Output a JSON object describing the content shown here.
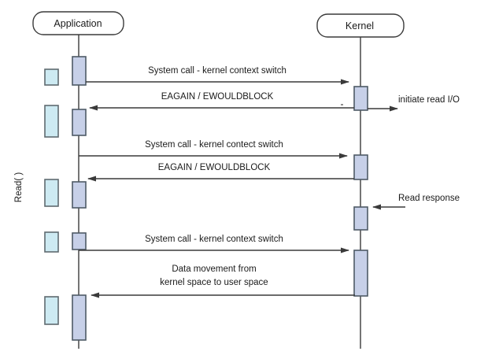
{
  "diagram": {
    "actors": {
      "application": "Application",
      "kernel": "Kernel"
    },
    "side_label": "Read( )",
    "messages": {
      "sys_call_1": "System call - kernel context switch",
      "eagain_1": "EAGAIN / EWOULDBLOCK",
      "initiate_read": "initiate read I/O",
      "sys_call_2": "System call - kernel contect switch",
      "eagain_2": "EAGAIN / EWOULDBLOCK",
      "read_response": "Read response",
      "sys_call_3": "System call - kernel context switch",
      "data_movement_line1": "Data movement from",
      "data_movement_line2": "kernel space to user space"
    },
    "colors": {
      "background": "#ffffff",
      "line": "#3a3a3a",
      "text": "#1a1a1a",
      "activation_fill": "#c7d0e8",
      "activation_border": "#4e5a66",
      "side_box_fill": "#cdeaf2",
      "side_box_border": "#5f6a70"
    }
  }
}
